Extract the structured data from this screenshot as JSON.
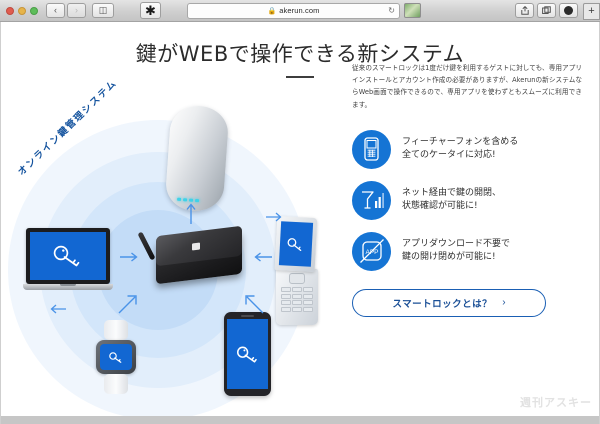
{
  "browser": {
    "traffic_lights": [
      "close",
      "minimize",
      "maximize"
    ],
    "back_label": "‹",
    "forward_label": "›",
    "sidebar_label": "◫",
    "bookmark_label": "✱",
    "url": "akerun.com",
    "url_lock_icon": "lock-icon",
    "reload_label": "↻",
    "share_label": "⇧",
    "tabs_label": "⧉",
    "new_tab_label": "+",
    "colors": {
      "traffic_red": "#e05c4f",
      "traffic_yellow": "#e6b44a",
      "traffic_green": "#5dbd5a",
      "toolbar_bg": "#cfcfcf"
    }
  },
  "page": {
    "title": "鍵がWEBで操作できる新システム",
    "watermark": "週刊アスキー",
    "accent_color": "#1574d4",
    "link_color": "#1a4f96"
  },
  "diagram": {
    "vertical_label": "オンライン鍵管理システム",
    "devices": [
      {
        "name": "smart-lock",
        "label": "Akerun smart lock"
      },
      {
        "name": "hub-router",
        "label": "Akerun Remote hub"
      },
      {
        "name": "laptop",
        "label": "laptop with key screen"
      },
      {
        "name": "smartphone",
        "label": "smartphone with key screen"
      },
      {
        "name": "smartwatch",
        "label": "smartwatch with key screen"
      },
      {
        "name": "feature-phone",
        "label": "feature phone with key screen"
      }
    ],
    "screen_color": "#1267d2"
  },
  "content": {
    "lead": "従来のスマートロックは1度だけ鍵を利用するゲストに対しても、専用アプリインストールとアカウント作成の必要がありますが、Akerunの新システムならWeb画面で操作できるので、専用アプリを使わずともスムーズに利用できます。",
    "features": [
      {
        "icon": "feature-phone-icon",
        "line1": "フィーチャーフォンを含める",
        "line2": "全てのケータイに対応!"
      },
      {
        "icon": "signal-antenna-icon",
        "line1": "ネット経由で鍵の開閉、",
        "line2": "状態確認が可能に!"
      },
      {
        "icon": "no-app-icon",
        "icon_text": "APP",
        "line1": "アプリダウンロード不要で",
        "line2": "鍵の開け閉めが可能に!"
      }
    ],
    "cta": {
      "label": "スマートロックとは？",
      "chevron": "›"
    }
  }
}
